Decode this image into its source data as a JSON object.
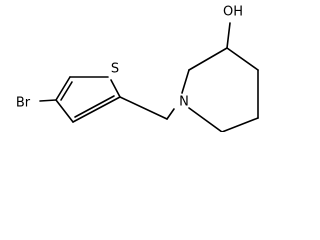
{
  "molecule": {
    "atom_labels": {
      "sulfur": "S",
      "bromine": "Br",
      "nitrogen": "N",
      "hydroxyl": "OH"
    }
  }
}
